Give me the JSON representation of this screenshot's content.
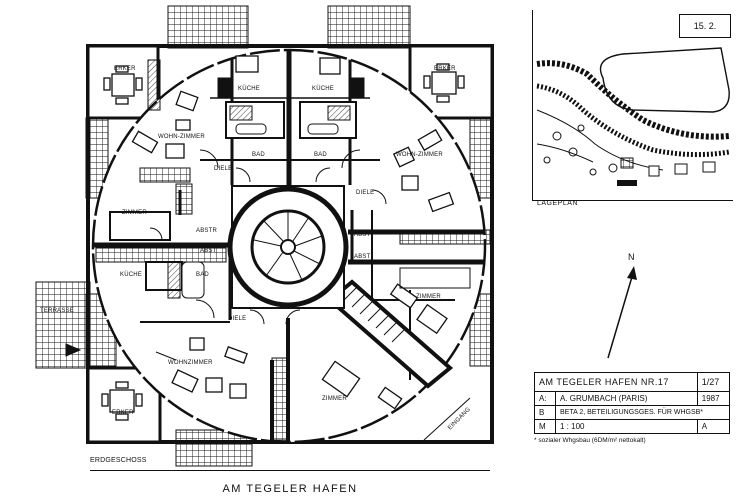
{
  "sheet_number": "15. 2.",
  "floor_label": "ERDGESCHOSS",
  "caption": "AM TEGELER HAFEN",
  "site_plan_label": "LAGEPLAN",
  "north_label": "N",
  "rooms": {
    "kueche_1": "KÜCHE",
    "kueche_2": "KÜCHE",
    "kueche_3": "KÜCHE",
    "bad_1": "BAD",
    "bad_2": "BAD",
    "bad_3": "BAD",
    "erker_1": "ERKER",
    "erker_2": "ERKER",
    "erker_3": "ERKER",
    "wohnzimmer_1": "WOHN-ZIMMER",
    "wohnzimmer_2": "WOHN-ZIMMER",
    "wohnzimmer_3": "WOHNZIMMER",
    "diele_1": "DIELE",
    "diele_2": "DIELE",
    "diele_3": "DIELE",
    "zimmer_1": "ZIMMER",
    "zimmer_2": "ZIMMER",
    "zimmer_3": "ZIMMER",
    "abstr_1": "ABSTR",
    "abst_2": "ABST",
    "abst_3": "ABST",
    "abst_4": "ABST",
    "terrasse": "TERRASSE",
    "eingang": "EINGANG"
  },
  "title_block": {
    "project": "AM TEGELER HAFEN NR.17",
    "sheet": "1/27",
    "row_a_key": "A:",
    "row_a_value": "A. GRUMBACH (PARIS)",
    "row_a_year": "1987",
    "row_b_key": "B",
    "row_b_value": "BETA 2, BETEILIGUNGSGES. FÜR WHGSB*",
    "row_m_key": "M",
    "row_m_value": "1 : 100",
    "row_m_code": "A",
    "footnote": "* sozialer Whgsbau (6DM/m² nettokalt)"
  }
}
